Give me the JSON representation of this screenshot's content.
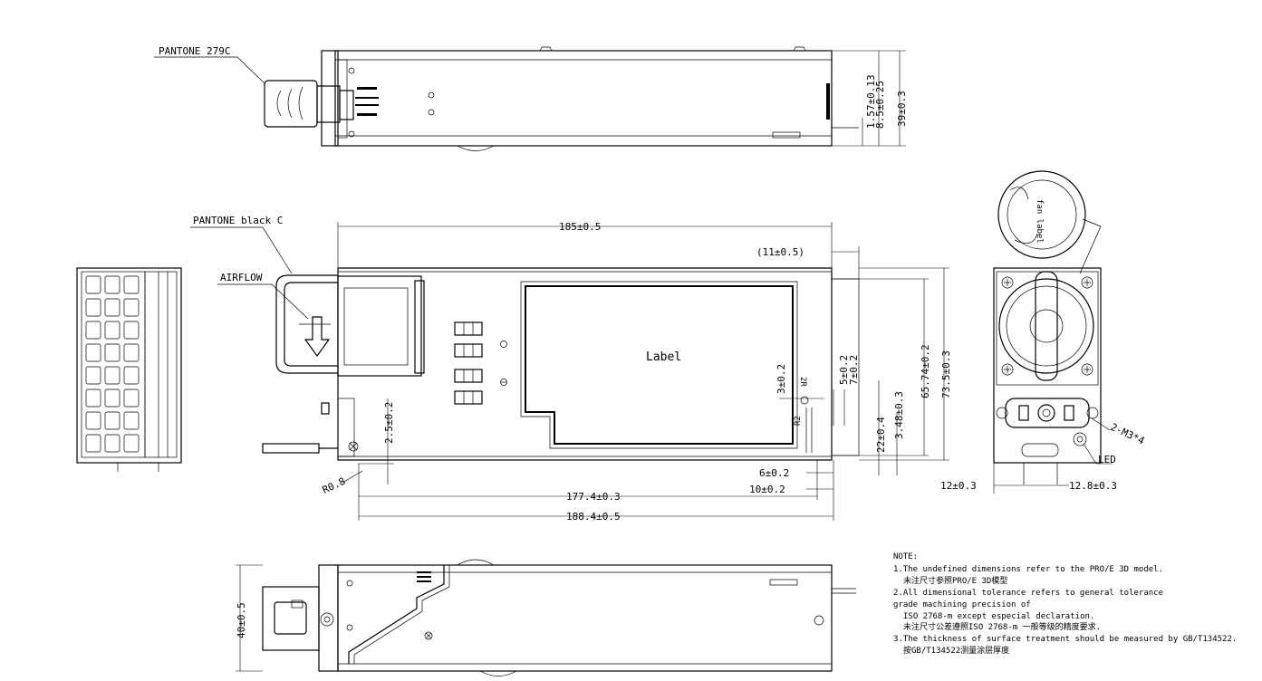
{
  "callouts": {
    "pantone_279c": "PANTONE 279C",
    "pantone_black": "PANTONE black C",
    "airflow": "AIRFLOW",
    "label": "Label",
    "fan_label": "fan label",
    "led": "LED",
    "screw": "2-M3*4",
    "radius": "R0.8",
    "small_radius": "R2",
    "small_angle": "2R"
  },
  "dimensions": {
    "top_view": [
      "1.57±0.13",
      "8.5±0.25",
      "39±0.3"
    ],
    "side_view": [
      "185±0.5",
      "(11±0.5)",
      "65.74±0.2",
      "73.5±0.3",
      "3±0.2",
      "5±0.2",
      "7±0.2",
      "3.48±0.3",
      "22±0.4",
      "2.5±0.2",
      "6±0.2",
      "10±0.2",
      "177.4±0.3",
      "188.4±0.5"
    ],
    "end_view": [
      "12±0.3",
      "12.8±0.3"
    ],
    "bottom_view": [
      "40±0.5"
    ]
  },
  "notes": {
    "title": "NOTE:",
    "lines": [
      "1.The undefined dimensions refer to the PRO/E 3D model.",
      "未注尺寸参照PRO/E 3D模型",
      "2.All dimensional tolerance refers to general tolerance",
      "grade machining precision of",
      "ISO 2768-m except especial declaration.",
      "未注尺寸公差遵照ISO 2768-m 一般等级的精度要求.",
      "3.The thickness of surface treatment should be measured by GB/T134522.",
      "按GB/T134522测量涂层厚度"
    ]
  }
}
